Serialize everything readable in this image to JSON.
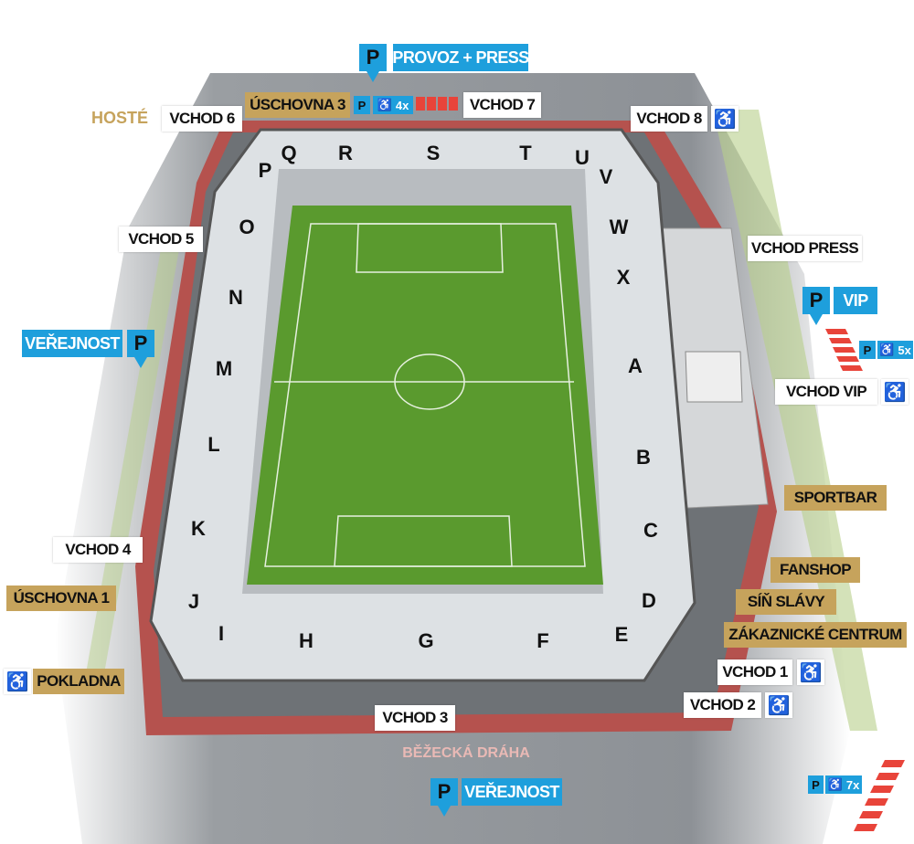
{
  "sectors": [
    "P",
    "Q",
    "R",
    "S",
    "T",
    "U",
    "V",
    "W",
    "X",
    "A",
    "B",
    "C",
    "D",
    "E",
    "F",
    "G",
    "H",
    "I",
    "J",
    "K",
    "L",
    "M",
    "N",
    "O"
  ],
  "labels": {
    "provoz_press": "PROVOZ + PRESS",
    "uschovna3": "ÚSCHOVNA 3",
    "vchod7": "VCHOD 7",
    "hoste": "HOSTÉ",
    "vchod6": "VCHOD 6",
    "vchod8": "VCHOD 8",
    "vchod5": "VCHOD 5",
    "vchod_press": "VCHOD PRESS",
    "vip": "VIP",
    "verejnost_left": "VEŘEJNOST",
    "vchod_vip": "VCHOD VIP",
    "sportbar": "SPORTBAR",
    "vchod4": "VCHOD 4",
    "fanshop": "FANSHOP",
    "uschovna1": "ÚSCHOVNA 1",
    "sin_slavy": "SÍŇ SLÁVY",
    "zakaznicke_centrum": "ZÁKAZNICKÉ CENTRUM",
    "vchod1": "VCHOD 1",
    "pokladna": "POKLADNA",
    "vchod2": "VCHOD 2",
    "vchod3": "VCHOD 3",
    "bezecka_draha": "BĚŽECKÁ DRÁHA",
    "verejnost_bottom": "VEŘEJNOST"
  },
  "parking": {
    "p": "P",
    "wc_symbol": "♿",
    "count_north": "4x",
    "count_vip": "5x",
    "count_south": "7x"
  },
  "colors": {
    "gold": "#c6a35c",
    "blue": "#1e9fdc",
    "red": "#e8443a",
    "pitch": "#5a9a2e",
    "track": "#b5524e"
  }
}
